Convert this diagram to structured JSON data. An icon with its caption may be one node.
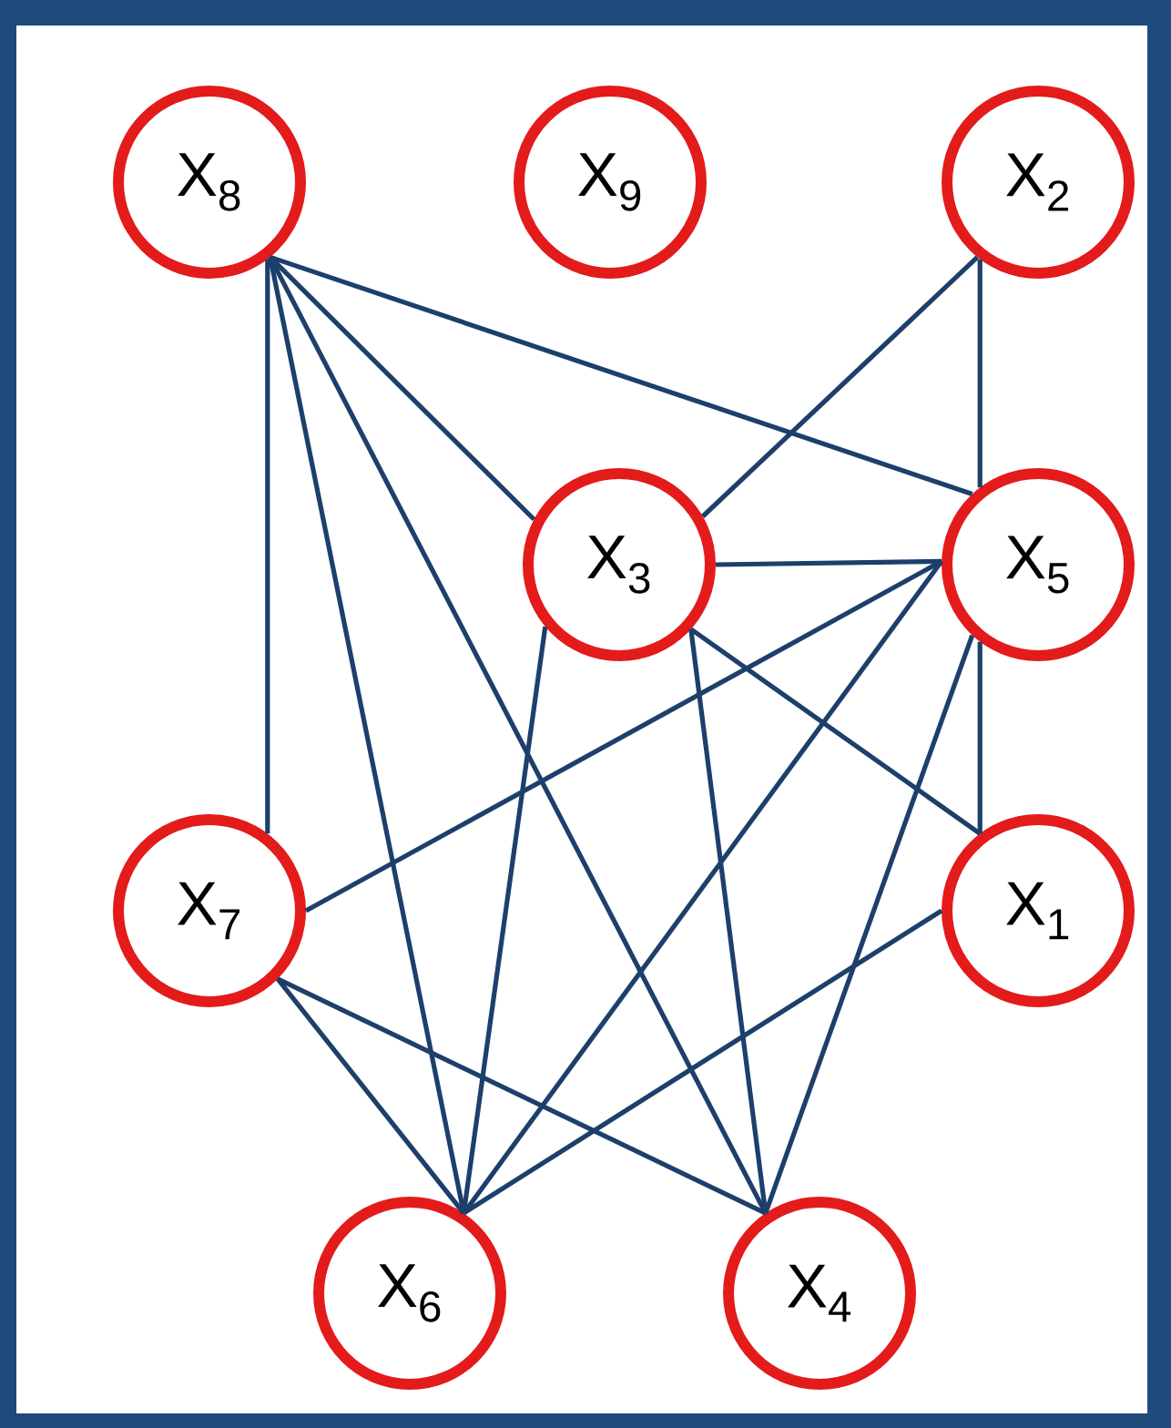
{
  "diagram": {
    "nodes": [
      {
        "text": [
          "X$_{8}$"
        ]
      },
      {
        "text": [
          "X$_{9}$"
        ]
      },
      {
        "text": [
          "X$_{2}$"
        ]
      },
      {
        "text": [
          "X$_{3}$"
        ]
      },
      {
        "text": [
          "X$_{5}$"
        ]
      },
      {
        "text": [
          "X$_{7}$"
        ]
      },
      {
        "text": [
          "X$_{1}$"
        ]
      },
      {
        "text": [
          "X$_{6}$"
        ]
      },
      {
        "text": [
          "X$_{4}$"
        ]
      }
    ],
    "edges": [
      {
        "from": 0,
        "to": 3,
        "arrow": "none"
      },
      {
        "from": 0,
        "to": 4,
        "arrow": "none"
      },
      {
        "from": 0,
        "to": 5,
        "arrow": "none"
      },
      {
        "from": 0,
        "to": 7,
        "arrow": "none"
      },
      {
        "from": 0,
        "to": 8,
        "arrow": "none"
      },
      {
        "from": 2,
        "to": 3,
        "arrow": "none"
      },
      {
        "from": 2,
        "to": 4,
        "arrow": "none"
      },
      {
        "from": 3,
        "to": 4,
        "arrow": "none"
      },
      {
        "from": 3,
        "to": 7,
        "arrow": "none"
      },
      {
        "from": 3,
        "to": 8,
        "arrow": "none"
      },
      {
        "from": 3,
        "to": 6,
        "arrow": "none"
      },
      {
        "from": 4,
        "to": 5,
        "arrow": "none"
      },
      {
        "from": 4,
        "to": 7,
        "arrow": "none"
      },
      {
        "from": 4,
        "to": 8,
        "arrow": "none"
      },
      {
        "from": 4,
        "to": 6,
        "arrow": "none"
      },
      {
        "from": 5,
        "to": 7,
        "arrow": "none"
      },
      {
        "from": 5,
        "to": 8,
        "arrow": "none"
      },
      {
        "from": 6,
        "to": 7,
        "arrow": "none"
      }
    ]
  }
}
